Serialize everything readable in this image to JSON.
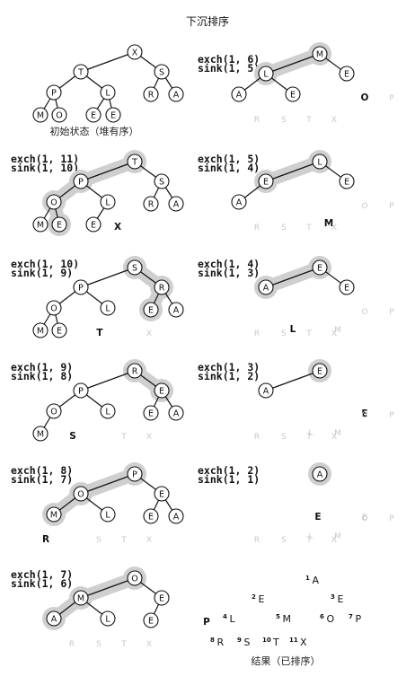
{
  "title": "下沉排序",
  "initial_caption": "初始状态（堆有序）",
  "result_caption": "结果（已排序）",
  "panels": [
    {
      "id": "initial",
      "labels": [],
      "nodes": [
        {
          "k": "1",
          "t": "X"
        },
        {
          "k": "2",
          "t": "T"
        },
        {
          "k": "3",
          "t": "S"
        },
        {
          "k": "4",
          "t": "P"
        },
        {
          "k": "5",
          "t": "L"
        },
        {
          "k": "6",
          "t": "R"
        },
        {
          "k": "7",
          "t": "A"
        },
        {
          "k": "8",
          "t": "M"
        },
        {
          "k": "9",
          "t": "O"
        },
        {
          "k": "10",
          "t": "E"
        },
        {
          "k": "11",
          "t": "E"
        }
      ],
      "edges": [
        [
          "1",
          "2"
        ],
        [
          "1",
          "3"
        ],
        [
          "2",
          "4"
        ],
        [
          "2",
          "5"
        ],
        [
          "3",
          "6"
        ],
        [
          "3",
          "7"
        ],
        [
          "4",
          "8"
        ],
        [
          "4",
          "9"
        ],
        [
          "5",
          "10"
        ],
        [
          "5",
          "11"
        ]
      ],
      "highlight": [],
      "removed": []
    },
    {
      "id": "e1-11",
      "labels": [
        "exch(1, 11)",
        "sink(1, 10)"
      ],
      "nodes": [
        {
          "k": "1",
          "t": "T"
        },
        {
          "k": "2",
          "t": "P"
        },
        {
          "k": "3",
          "t": "S"
        },
        {
          "k": "4",
          "t": "O"
        },
        {
          "k": "5",
          "t": "L"
        },
        {
          "k": "6",
          "t": "R"
        },
        {
          "k": "7",
          "t": "A"
        },
        {
          "k": "8",
          "t": "M"
        },
        {
          "k": "9",
          "t": "E"
        },
        {
          "k": "10",
          "t": "E"
        }
      ],
      "edges": [
        [
          "1",
          "2"
        ],
        [
          "1",
          "3"
        ],
        [
          "2",
          "4"
        ],
        [
          "2",
          "5"
        ],
        [
          "3",
          "6"
        ],
        [
          "3",
          "7"
        ],
        [
          "4",
          "8"
        ],
        [
          "4",
          "9"
        ],
        [
          "5",
          "10"
        ]
      ],
      "highlight": [
        "1",
        "2",
        "4",
        "9"
      ],
      "removed": [
        {
          "k": "11",
          "t": "X",
          "bold": true
        }
      ]
    },
    {
      "id": "e1-10",
      "labels": [
        "exch(1, 10)",
        "sink(1, 9)"
      ],
      "nodes": [
        {
          "k": "1",
          "t": "S"
        },
        {
          "k": "2",
          "t": "P"
        },
        {
          "k": "3",
          "t": "R"
        },
        {
          "k": "4",
          "t": "O"
        },
        {
          "k": "5",
          "t": "L"
        },
        {
          "k": "6",
          "t": "E"
        },
        {
          "k": "7",
          "t": "A"
        },
        {
          "k": "8",
          "t": "M"
        },
        {
          "k": "9",
          "t": "E"
        }
      ],
      "edges": [
        [
          "1",
          "2"
        ],
        [
          "1",
          "3"
        ],
        [
          "2",
          "4"
        ],
        [
          "2",
          "5"
        ],
        [
          "3",
          "6"
        ],
        [
          "3",
          "7"
        ],
        [
          "4",
          "8"
        ],
        [
          "4",
          "9"
        ]
      ],
      "highlight": [
        "1",
        "3",
        "6"
      ],
      "removed": [
        {
          "k": "10",
          "t": "T",
          "bold": true
        },
        {
          "k": "11",
          "t": "X",
          "bold": false
        }
      ]
    },
    {
      "id": "e1-9",
      "labels": [
        "exch(1, 9)",
        "sink(1, 8)"
      ],
      "nodes": [
        {
          "k": "1",
          "t": "R"
        },
        {
          "k": "2",
          "t": "P"
        },
        {
          "k": "3",
          "t": "E"
        },
        {
          "k": "4",
          "t": "O"
        },
        {
          "k": "5",
          "t": "L"
        },
        {
          "k": "6",
          "t": "E"
        },
        {
          "k": "7",
          "t": "A"
        },
        {
          "k": "8",
          "t": "M"
        }
      ],
      "edges": [
        [
          "1",
          "2"
        ],
        [
          "1",
          "3"
        ],
        [
          "2",
          "4"
        ],
        [
          "2",
          "5"
        ],
        [
          "3",
          "6"
        ],
        [
          "3",
          "7"
        ],
        [
          "4",
          "8"
        ]
      ],
      "highlight": [
        "1",
        "3"
      ],
      "removed": [
        {
          "k": "9",
          "t": "S",
          "bold": true
        },
        {
          "k": "10",
          "t": "T",
          "bold": false
        },
        {
          "k": "11",
          "t": "X",
          "bold": false
        }
      ]
    },
    {
      "id": "e1-8",
      "labels": [
        "exch(1, 8)",
        "sink(1, 7)"
      ],
      "nodes": [
        {
          "k": "1",
          "t": "P"
        },
        {
          "k": "2",
          "t": "O"
        },
        {
          "k": "3",
          "t": "E"
        },
        {
          "k": "4",
          "t": "M"
        },
        {
          "k": "5",
          "t": "L"
        },
        {
          "k": "6",
          "t": "E"
        },
        {
          "k": "7",
          "t": "A"
        }
      ],
      "edges": [
        [
          "1",
          "2"
        ],
        [
          "1",
          "3"
        ],
        [
          "2",
          "4"
        ],
        [
          "2",
          "5"
        ],
        [
          "3",
          "6"
        ],
        [
          "3",
          "7"
        ]
      ],
      "highlight": [
        "1",
        "2",
        "4"
      ],
      "removed": [
        {
          "k": "8",
          "t": "R",
          "bold": true
        },
        {
          "k": "9",
          "t": "S",
          "bold": false
        },
        {
          "k": "10",
          "t": "T",
          "bold": false
        },
        {
          "k": "11",
          "t": "X",
          "bold": false
        }
      ]
    },
    {
      "id": "e1-7",
      "labels": [
        "exch(1, 7)",
        "sink(1, 6)"
      ],
      "nodes": [
        {
          "k": "1",
          "t": "O"
        },
        {
          "k": "2",
          "t": "M"
        },
        {
          "k": "3",
          "t": "E"
        },
        {
          "k": "4",
          "t": "A"
        },
        {
          "k": "5",
          "t": "L"
        },
        {
          "k": "6",
          "t": "E"
        }
      ],
      "edges": [
        [
          "1",
          "2"
        ],
        [
          "1",
          "3"
        ],
        [
          "2",
          "4"
        ],
        [
          "2",
          "5"
        ],
        [
          "3",
          "6"
        ]
      ],
      "highlight": [
        "1",
        "2",
        "4"
      ],
      "removed": [
        {
          "k": "7",
          "t": "P",
          "bold": true
        },
        {
          "k": "8",
          "t": "R",
          "bold": false
        },
        {
          "k": "9",
          "t": "S",
          "bold": false
        },
        {
          "k": "10",
          "t": "T",
          "bold": false
        },
        {
          "k": "11",
          "t": "X",
          "bold": false
        }
      ]
    },
    {
      "id": "e1-6",
      "labels": [
        "exch(1, 6)",
        "sink(1, 5)"
      ],
      "nodes": [
        {
          "k": "1",
          "t": "M"
        },
        {
          "k": "2",
          "t": "L"
        },
        {
          "k": "3",
          "t": "E"
        },
        {
          "k": "4",
          "t": "A"
        },
        {
          "k": "5",
          "t": "E"
        }
      ],
      "edges": [
        [
          "1",
          "2"
        ],
        [
          "1",
          "3"
        ],
        [
          "2",
          "4"
        ],
        [
          "2",
          "5"
        ]
      ],
      "highlight": [
        "1",
        "2"
      ],
      "removed": [
        {
          "k": "6",
          "t": "O",
          "bold": true
        },
        {
          "k": "7",
          "t": "P",
          "bold": false
        },
        {
          "k": "8",
          "t": "R",
          "bold": false
        },
        {
          "k": "9",
          "t": "S",
          "bold": false
        },
        {
          "k": "10",
          "t": "T",
          "bold": false
        },
        {
          "k": "11",
          "t": "X",
          "bold": false
        }
      ]
    },
    {
      "id": "e1-5",
      "labels": [
        "exch(1, 5)",
        "sink(1, 4)"
      ],
      "nodes": [
        {
          "k": "1",
          "t": "L"
        },
        {
          "k": "2",
          "t": "E"
        },
        {
          "k": "3",
          "t": "E"
        },
        {
          "k": "4",
          "t": "A"
        }
      ],
      "edges": [
        [
          "1",
          "2"
        ],
        [
          "1",
          "3"
        ],
        [
          "2",
          "4"
        ]
      ],
      "highlight": [
        "1",
        "2"
      ],
      "removed": [
        {
          "k": "5",
          "t": "M",
          "bold": true
        },
        {
          "k": "6",
          "t": "O",
          "bold": false
        },
        {
          "k": "7",
          "t": "P",
          "bold": false
        },
        {
          "k": "8",
          "t": "R",
          "bold": false
        },
        {
          "k": "9",
          "t": "S",
          "bold": false
        },
        {
          "k": "10",
          "t": "T",
          "bold": false
        },
        {
          "k": "11",
          "t": "X",
          "bold": false
        }
      ]
    },
    {
      "id": "e1-4",
      "labels": [
        "exch(1, 4)",
        "sink(1, 3)"
      ],
      "nodes": [
        {
          "k": "1",
          "t": "E"
        },
        {
          "k": "2",
          "t": "A"
        },
        {
          "k": "3",
          "t": "E"
        }
      ],
      "edges": [
        [
          "1",
          "2"
        ],
        [
          "1",
          "3"
        ]
      ],
      "highlight": [
        "1",
        "2"
      ],
      "removed": [
        {
          "k": "4",
          "t": "L",
          "bold": true
        },
        {
          "k": "5",
          "t": "M",
          "bold": false
        },
        {
          "k": "6",
          "t": "O",
          "bold": false
        },
        {
          "k": "7",
          "t": "P",
          "bold": false
        },
        {
          "k": "8",
          "t": "R",
          "bold": false
        },
        {
          "k": "9",
          "t": "S",
          "bold": false
        },
        {
          "k": "10",
          "t": "T",
          "bold": false
        },
        {
          "k": "11",
          "t": "X",
          "bold": false
        }
      ]
    },
    {
      "id": "e1-3",
      "labels": [
        "exch(1, 3)",
        "sink(1, 2)"
      ],
      "nodes": [
        {
          "k": "1",
          "t": "E"
        },
        {
          "k": "2",
          "t": "A"
        }
      ],
      "edges": [
        [
          "1",
          "2"
        ]
      ],
      "highlight": [
        "1"
      ],
      "removed": [
        {
          "k": "3",
          "t": "E",
          "bold": true
        },
        {
          "k": "4",
          "t": "L",
          "bold": false
        },
        {
          "k": "5",
          "t": "M",
          "bold": false
        },
        {
          "k": "6",
          "t": "O",
          "bold": false
        },
        {
          "k": "7",
          "t": "P",
          "bold": false
        },
        {
          "k": "8",
          "t": "R",
          "bold": false
        },
        {
          "k": "9",
          "t": "S",
          "bold": false
        },
        {
          "k": "10",
          "t": "T",
          "bold": false
        },
        {
          "k": "11",
          "t": "X",
          "bold": false
        }
      ]
    },
    {
      "id": "e1-2",
      "labels": [
        "exch(1, 2)",
        "sink(1, 1)"
      ],
      "nodes": [
        {
          "k": "1",
          "t": "A"
        }
      ],
      "edges": [],
      "highlight": [
        "1"
      ],
      "removed": [
        {
          "k": "2",
          "t": "E",
          "bold": true
        },
        {
          "k": "3",
          "t": "E",
          "bold": false
        },
        {
          "k": "4",
          "t": "L",
          "bold": false
        },
        {
          "k": "5",
          "t": "M",
          "bold": false
        },
        {
          "k": "6",
          "t": "O",
          "bold": false
        },
        {
          "k": "7",
          "t": "P",
          "bold": false
        },
        {
          "k": "8",
          "t": "R",
          "bold": false
        },
        {
          "k": "9",
          "t": "S",
          "bold": false
        },
        {
          "k": "10",
          "t": "T",
          "bold": false
        },
        {
          "k": "11",
          "t": "X",
          "bold": false
        }
      ]
    }
  ],
  "result": [
    {
      "n": "1",
      "t": "A"
    },
    {
      "n": "2",
      "t": "E"
    },
    {
      "n": "3",
      "t": "E"
    },
    {
      "n": "4",
      "t": "L"
    },
    {
      "n": "5",
      "t": "M"
    },
    {
      "n": "6",
      "t": "O"
    },
    {
      "n": "7",
      "t": "P"
    },
    {
      "n": "8",
      "t": "R"
    },
    {
      "n": "9",
      "t": "S"
    },
    {
      "n": "10",
      "t": "T"
    },
    {
      "n": "11",
      "t": "X"
    }
  ]
}
